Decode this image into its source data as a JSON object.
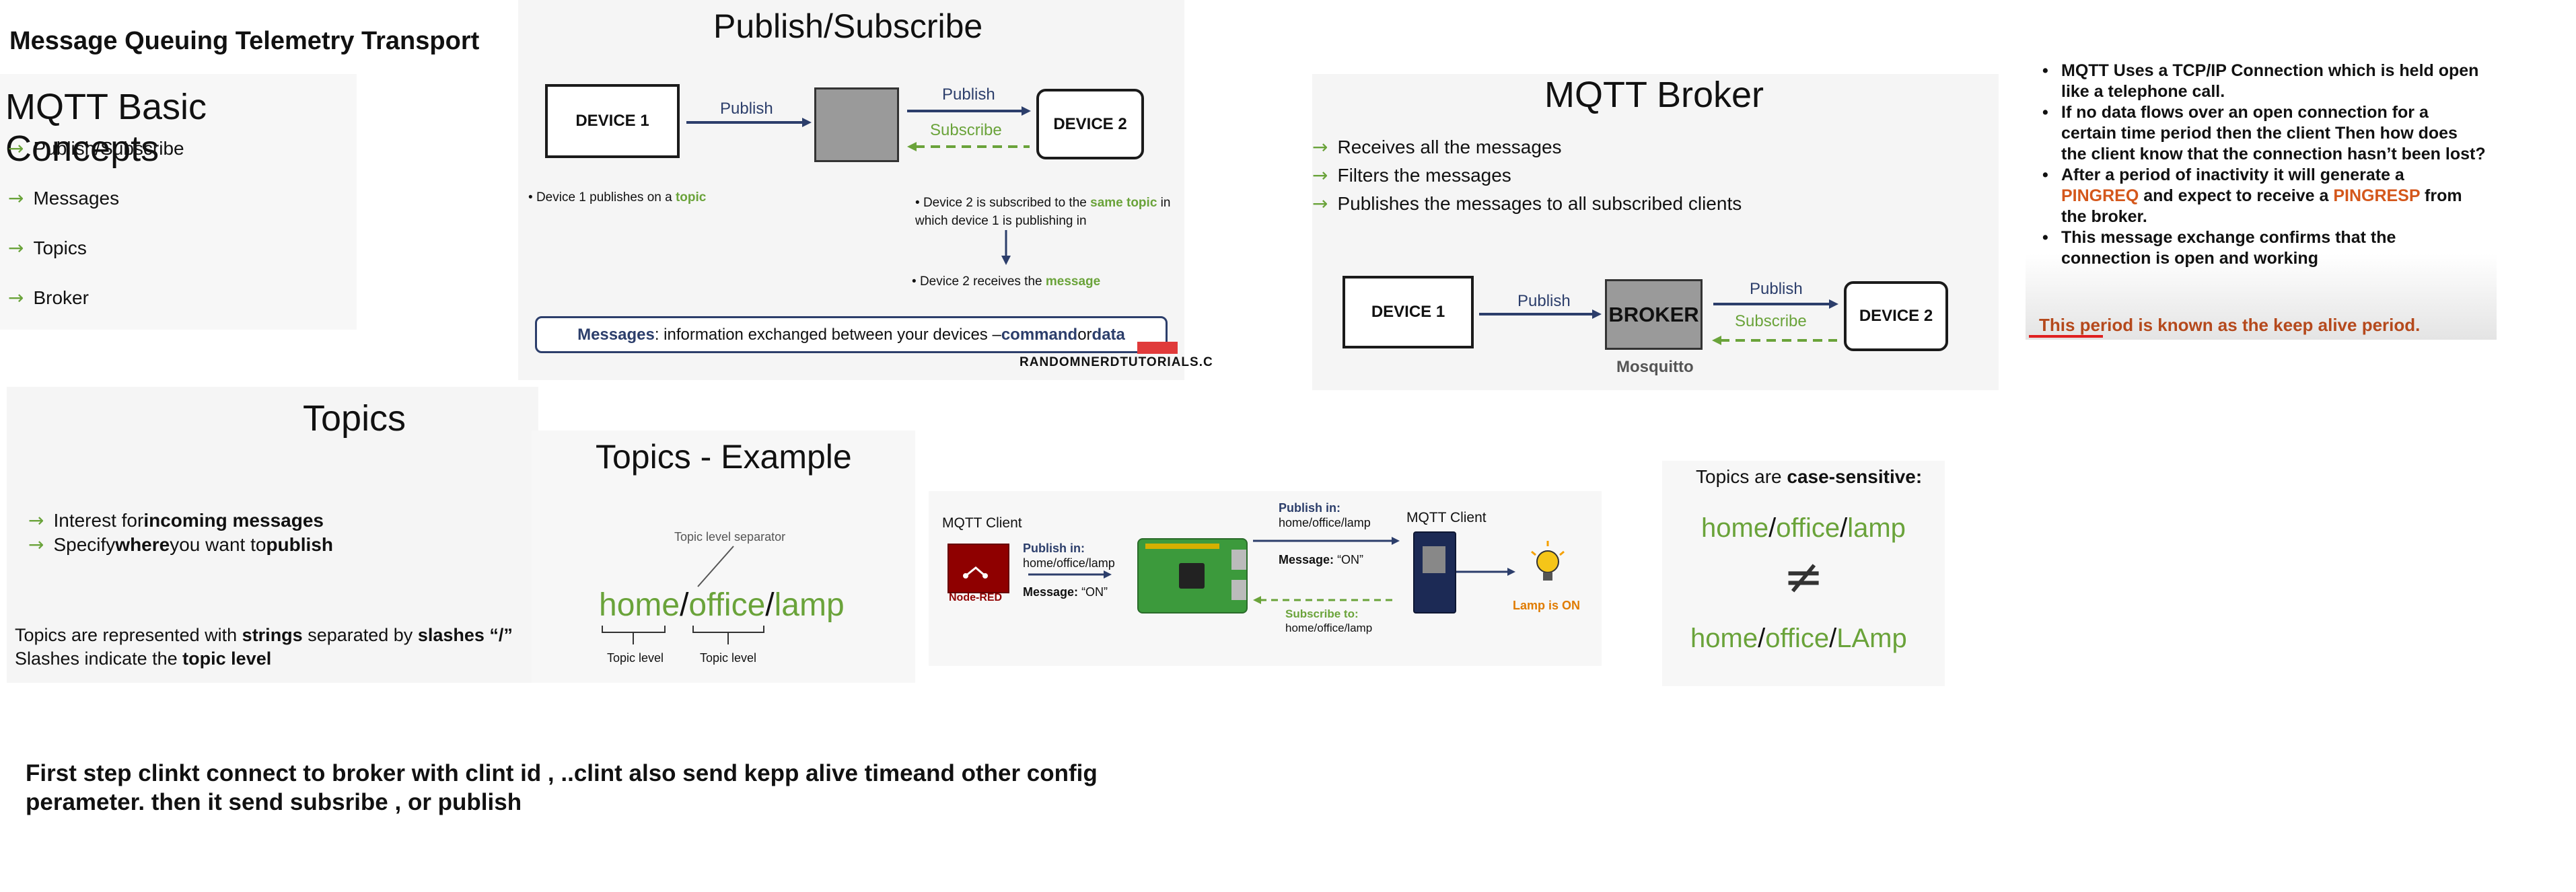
{
  "page_title": "Message Queuing Telemetry Transport",
  "basics": {
    "title": "MQTT Basic Concepts",
    "items": [
      "Publish/Subscribe",
      "Messages",
      "Topics",
      "Broker"
    ]
  },
  "pubsub": {
    "title": "Publish/Subscribe",
    "device1": "DEVICE 1",
    "device2": "DEVICE 2",
    "publish1": "Publish",
    "publish2": "Publish",
    "subscribe": "Subscribe",
    "bullet1_pre": "Device 1 publishes on a ",
    "bullet1_hl": "topic",
    "bullet2_pre": "Device 2  is subscribed to the ",
    "bullet2_hl": "same topic",
    "bullet2_post": " in which device 1 is publishing in",
    "bullet3_pre": "Device 2  receives the ",
    "bullet3_hl": "message",
    "messages_bold": "Messages",
    "messages_mid": ": information exchanged between your devices – ",
    "messages_cmd": "command",
    "messages_or": " or ",
    "messages_data": "data",
    "watermark": "RANDOMNERDTUTORIALS.C"
  },
  "broker": {
    "title": "MQTT Broker",
    "items": [
      "Receives all the messages",
      "Filters the messages",
      "Publishes the messages to all subscribed clients"
    ],
    "device1": "DEVICE 1",
    "device2": "DEVICE 2",
    "broker_label": "BROKER",
    "publish1": "Publish",
    "publish2": "Publish",
    "subscribe": "Subscribe",
    "mosquitto": "Mosquitto"
  },
  "keepalive": {
    "b1": "MQTT Uses a TCP/IP Connection which is held open like a telephone call.",
    "b2": "If no data flows over an open connection for a certain time period then the client Then how does the client know that the connection hasn’t been lost?",
    "b3_pre": "After a period of inactivity it will generate a ",
    "b3_req": "PINGREQ",
    "b3_mid": " and expect to receive a ",
    "b3_resp": "PINGRESP",
    "b3_post": " from the broker.",
    "b4": "This message exchange confirms that the connection is open and working",
    "footer": "This period is known as the keep alive period."
  },
  "topics": {
    "title": "Topics",
    "i1_pre": "Interest for ",
    "i1_bold": "incoming messages",
    "i2_pre": "Specify ",
    "i2_bold": "where",
    "i2_mid": " you want to ",
    "i2_bold2": "publish",
    "p1_pre": "Topics are represented with ",
    "p1_b1": "strings",
    "p1_mid": " separated by ",
    "p1_b2": "slashes “/”",
    "p2_pre": "Slashes indicate the ",
    "p2_b": "topic level"
  },
  "example": {
    "title": "Topics - Example",
    "separator_label": "Topic level separator",
    "home": "home",
    "office": "office",
    "lamp": "lamp",
    "slash": "/",
    "level1": "Topic level",
    "level2": "Topic level"
  },
  "client": {
    "left_title": "MQTT Client",
    "node_red": "Node-RED",
    "publish_in": "Publish in:",
    "topic": "home/office/lamp",
    "message_label": "Message:",
    "message_val": "“ON”",
    "top_publish_in": "Publish in:",
    "top_topic": "home/office/lamp",
    "top_message_label": "Message:",
    "top_message_val": "“ON”",
    "right_title": "MQTT Client",
    "subscribe_to": "Subscribe to:",
    "sub_topic": "home/office/lamp",
    "lamp_on": "Lamp is ON"
  },
  "casesens": {
    "pre": "Topics are ",
    "bold": "case-sensitive:",
    "top": [
      "home",
      "office",
      "lamp"
    ],
    "bottom": [
      "home",
      "office",
      "LAmp"
    ],
    "slash": "/",
    "neq": "≠"
  },
  "notes": {
    "line1": "First step  clinkt connect to broker with clint id , ..clint also send kepp alive timeand other config",
    "line2": "perameter. then it send subsribe , or publish"
  },
  "colors": {
    "green": "#6aa33a",
    "orange": "#d4571b",
    "red": "#e02020",
    "navy": "#2c3e6b"
  }
}
